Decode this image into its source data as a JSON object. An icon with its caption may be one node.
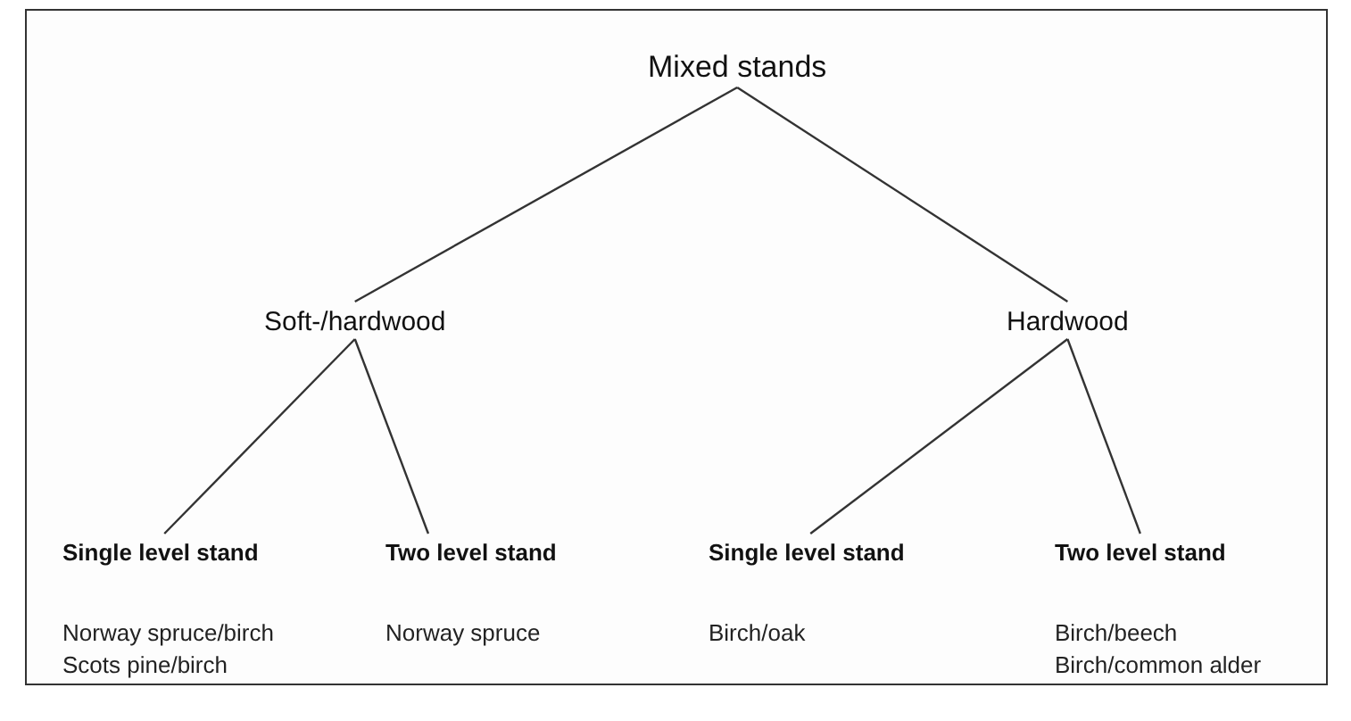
{
  "diagram": {
    "nodes": [
      {
        "text": [
          "Mixed stands"
        ]
      },
      {
        "text": [
          "Soft-/hardwood"
        ]
      },
      {
        "text": [
          "Hardwood"
        ]
      },
      {
        "text": [
          "Single level stand"
        ],
        "beside": [
          "Norway spruce/birch",
          "Scots pine/birch"
        ]
      },
      {
        "text": [
          "Two level stand"
        ],
        "beside": [
          "Norway spruce"
        ]
      },
      {
        "text": [
          "Single level stand"
        ],
        "beside": [
          "Birch/oak"
        ]
      },
      {
        "text": [
          "Two level stand"
        ],
        "beside": [
          "Birch/beech",
          "Birch/common alder"
        ]
      }
    ],
    "edges": [
      {
        "from": 0,
        "to": 1,
        "arrow": "none"
      },
      {
        "from": 0,
        "to": 2,
        "arrow": "none"
      },
      {
        "from": 1,
        "to": 3,
        "arrow": "none"
      },
      {
        "from": 1,
        "to": 4,
        "arrow": "none"
      },
      {
        "from": 2,
        "to": 5,
        "arrow": "none"
      },
      {
        "from": 2,
        "to": 6,
        "arrow": "none"
      }
    ]
  }
}
